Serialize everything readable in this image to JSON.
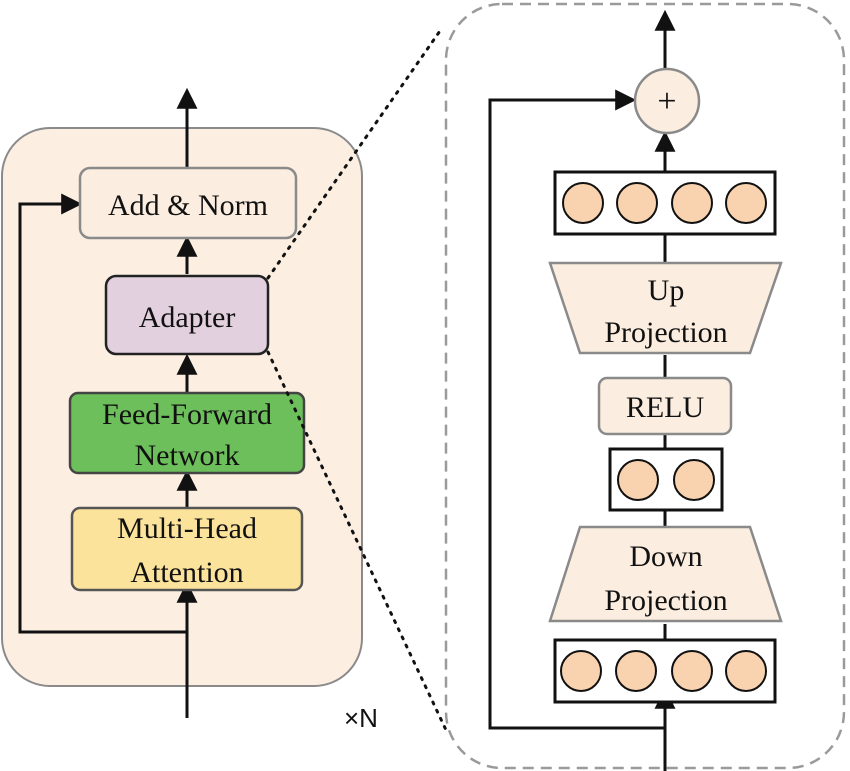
{
  "encoder_block": {
    "add_norm": "Add & Norm",
    "adapter": "Adapter",
    "feed_forward_line1": "Feed-Forward",
    "feed_forward_line2": "Network",
    "attention_line1": "Multi-Head",
    "attention_line2": "Attention",
    "repeat_label": "×N"
  },
  "adapter_detail": {
    "plus_symbol": "+",
    "up_projection_line1": "Up",
    "up_projection_line2": "Projection",
    "relu": "RELU",
    "down_projection_line1": "Down",
    "down_projection_line2": "Projection"
  },
  "colors": {
    "block_bg": "#fcefe2",
    "add_norm_fill": "#fbeee0",
    "adapter_fill": "#e3d0df",
    "ffn_fill": "#6dbf5b",
    "attention_fill": "#fce39c",
    "neuron_fill": "#f9d3b0",
    "trapezoid_fill": "#fbeee0"
  }
}
